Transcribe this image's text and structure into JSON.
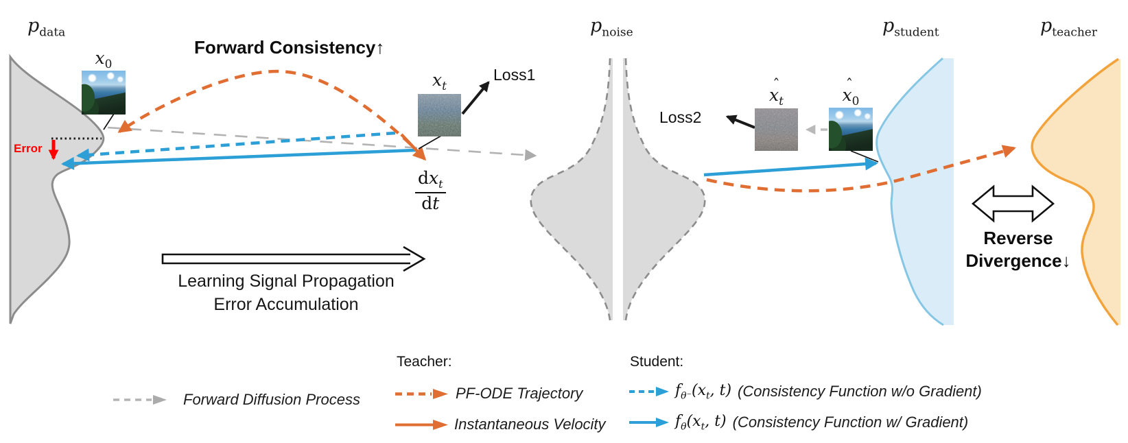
{
  "figure": {
    "type": "diffusion-consistency-distillation-diagram"
  },
  "colors": {
    "data_fill": "#D9D9D9",
    "data_stroke": "#8C8C8C",
    "noise_fill": "#DBDBDB",
    "noise_stroke": "#8C8C8C",
    "student_fill": "#D9ECF7",
    "student_stroke": "#85C6E4",
    "teacher_fill": "#FBE5C1",
    "teacher_stroke": "#F2A33C",
    "orange": "#E06E33",
    "blue": "#2B9FD6",
    "gray": "#B3B3B3",
    "red": "#FF0000",
    "black": "#1A1A1A"
  },
  "labels": {
    "p_data": {
      "base": "p",
      "sub": "data"
    },
    "p_noise": {
      "base": "p",
      "sub": "noise"
    },
    "p_student": {
      "base": "p",
      "sub": "student"
    },
    "p_teacher": {
      "base": "p",
      "sub": "teacher"
    }
  },
  "annotations": {
    "forward_consistency": "Forward Consistency↑",
    "x0": {
      "base": "x",
      "sub": "0"
    },
    "xt": {
      "base": "x",
      "sub": "t"
    },
    "xhat_t": {
      "base": "x",
      "hat": "ˆ",
      "sub": "t"
    },
    "xhat_0": {
      "base": "x",
      "hat": "ˆ",
      "sub": "0"
    },
    "loss1": "Loss1",
    "loss2": "Loss2",
    "error": "Error",
    "velocity_term": {
      "num_d": "d",
      "num_x": "x",
      "num_sub": "t",
      "den_d": "d",
      "den_t": "t"
    },
    "propagation_line1": "Learning Signal Propagation",
    "propagation_line2": "Error Accumulation",
    "reverse_line1": "Reverse",
    "reverse_line2": "Divergence↓"
  },
  "legend": {
    "forward_diffusion": "Forward Diffusion Process",
    "teacher_header": "Teacher:",
    "pf_ode": "PF-ODE Trajectory",
    "instantaneous_velocity": "Instantaneous Velocity",
    "student_header": "Student:",
    "nograd": {
      "f": "f",
      "sub": "θ⁻",
      "arg_open": "(x",
      "arg_sub": "t",
      "arg_close": ", t)",
      "desc": "(Consistency Function w/o Gradient)"
    },
    "grad": {
      "f": "f",
      "sub": "θ",
      "arg_open": "(x",
      "arg_sub": "t",
      "arg_close": ", t)",
      "desc": "(Consistency Function w/ Gradient)"
    }
  }
}
